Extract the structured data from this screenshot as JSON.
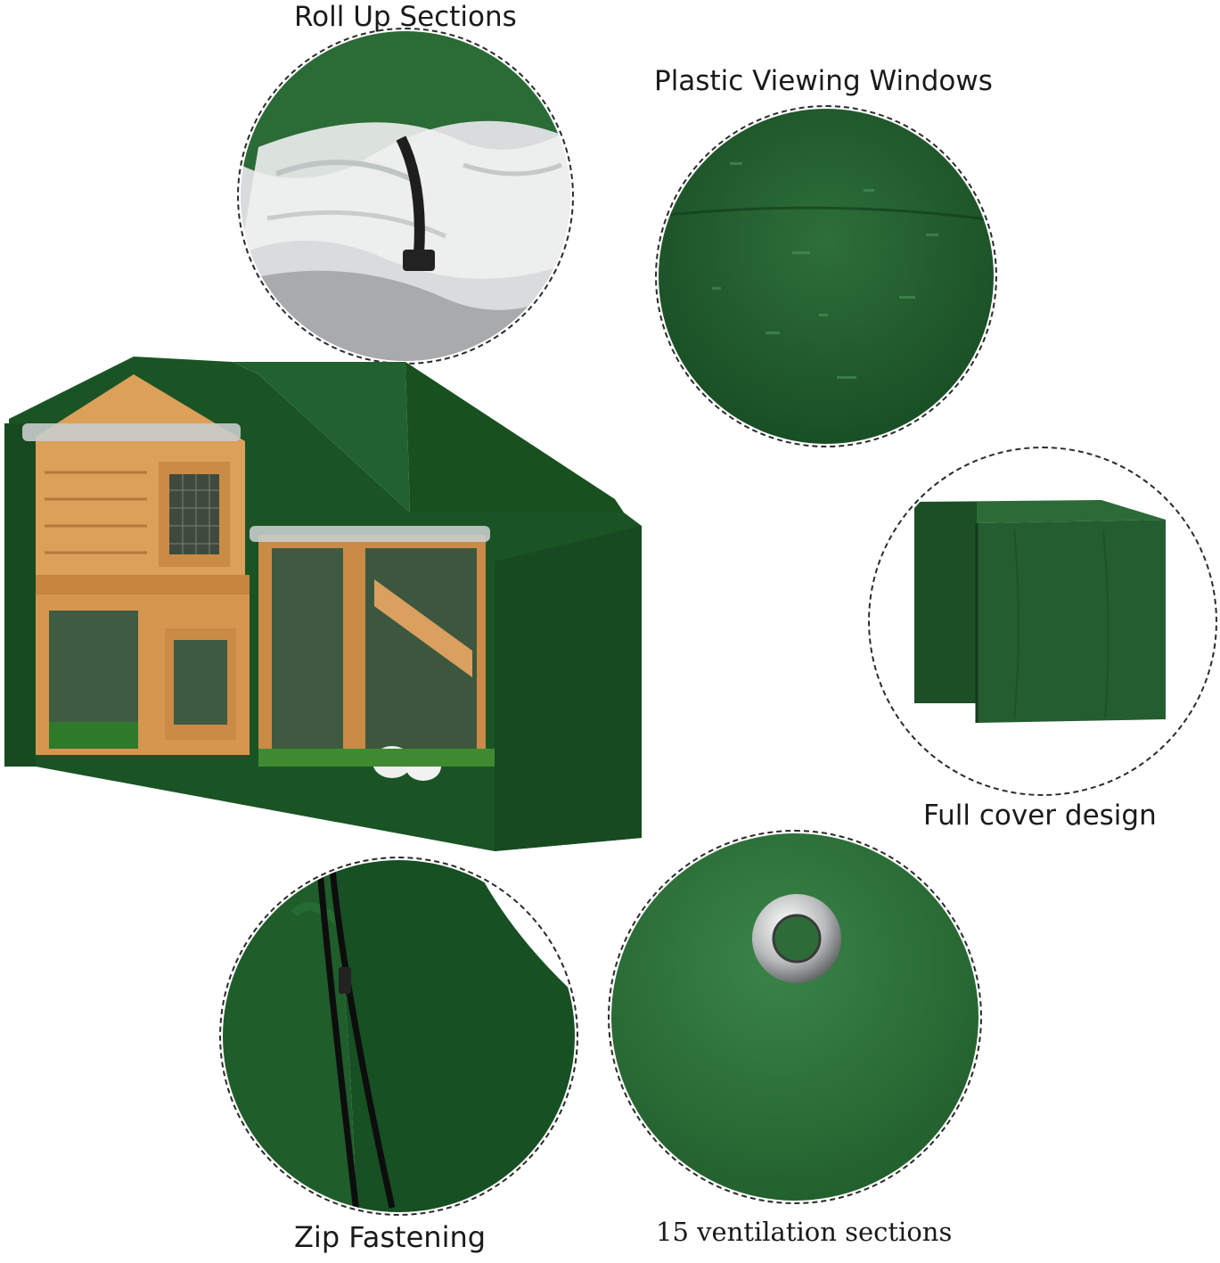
{
  "labels": {
    "roll_up": "Roll Up Sections",
    "windows": "Plastic Viewing Windows",
    "full_cover": "Full cover design",
    "zip": "Zip Fastening",
    "ventilation": "15 ventilation sections"
  },
  "colors": {
    "cover_green": "#1f5a2a",
    "cover_dark": "#123d1b",
    "wood": "#d89a52",
    "background": "#ffffff"
  }
}
